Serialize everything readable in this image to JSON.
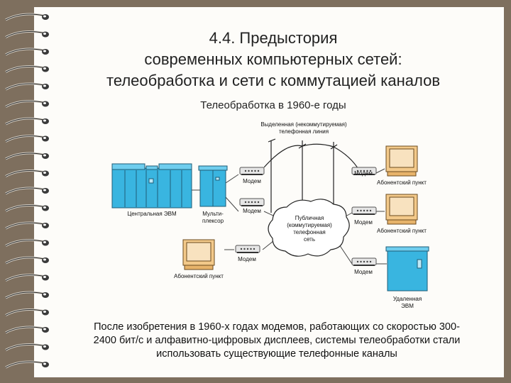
{
  "title_lines": [
    "4.4. Предыстория",
    "современных компьютерных сетей:",
    "телеобработка и сети с коммутацией каналов"
  ],
  "subtitle": "Телеобработка в 1960-е годы",
  "diagram": {
    "leased_line_label": [
      "Выделенная (некоммутируемая)",
      "телефонная линия"
    ],
    "central_computer": "Центральная ЭВМ",
    "multiplexer": [
      "Мульти-",
      "плексор"
    ],
    "modem": "Модем",
    "terminal": "Абонентский пункт",
    "pstn": [
      "Публичная",
      "(коммутируемая)",
      "телефонная",
      "сеть"
    ],
    "remote_computer": [
      "Удаленная",
      "ЭВМ"
    ]
  },
  "footer_lines": [
    "После изобретения в 1960-х годах модемов, работающих со скоростью 300-",
    "2400 бит/с и алфавитно-цифровых дисплеев, системы телеобработки стали",
    "использовать существующие телефонные каналы"
  ],
  "colors": {
    "equipment": "#39b5e0",
    "terminal": "#f3c98a",
    "modem": "#e6e6e6",
    "background": "#7e6f5e"
  }
}
